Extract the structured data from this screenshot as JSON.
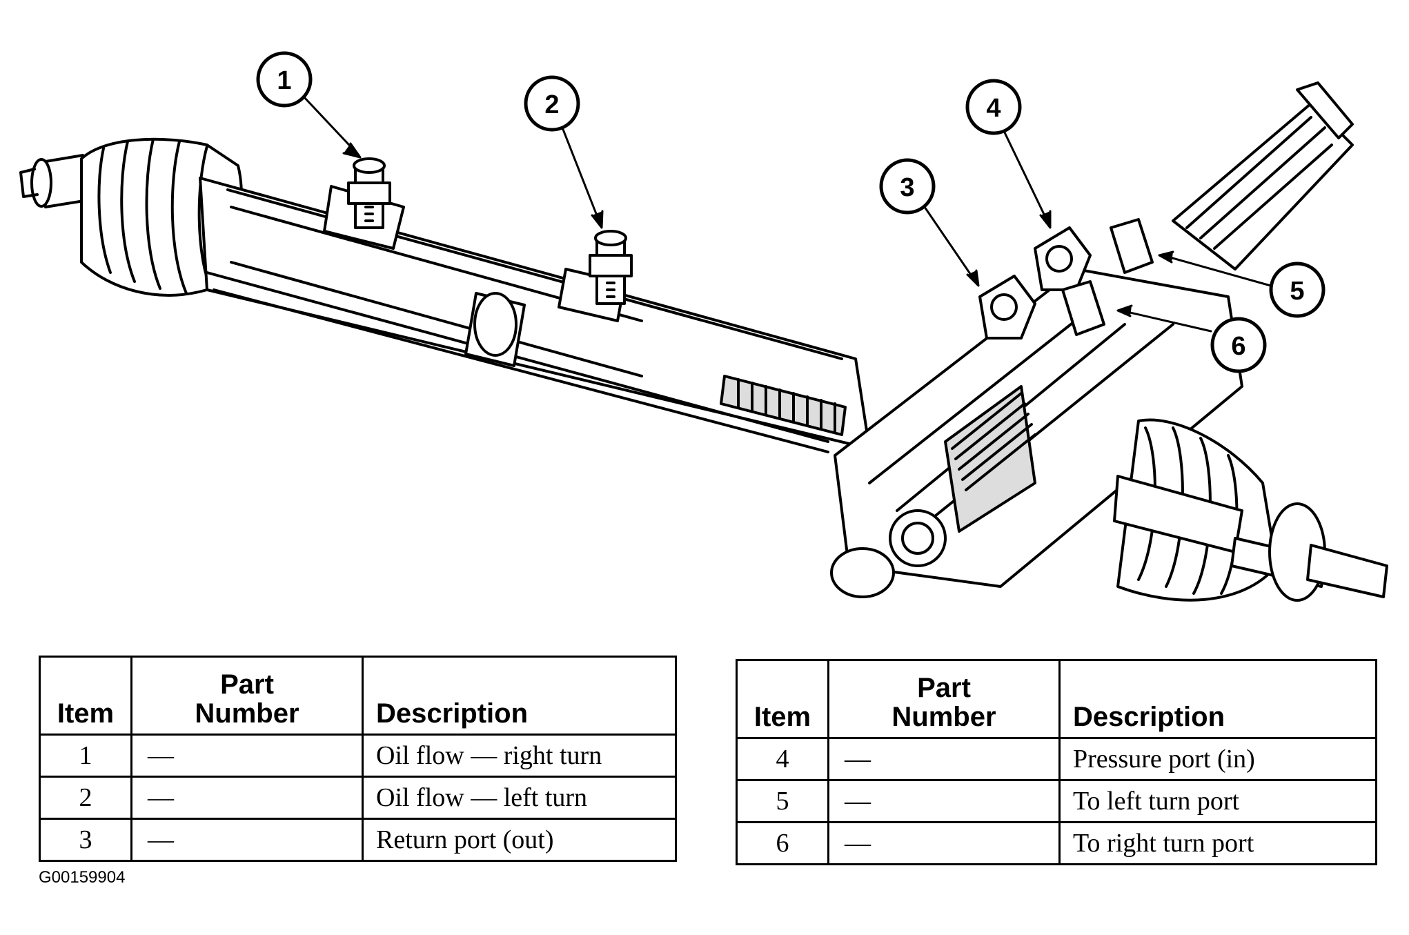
{
  "callouts": [
    "1",
    "2",
    "3",
    "4",
    "5",
    "6"
  ],
  "table_headers": {
    "item": "Item",
    "part": "Part\nNumber",
    "desc": "Description"
  },
  "table_left": [
    {
      "item": "1",
      "part": "—",
      "desc": "Oil flow — right turn"
    },
    {
      "item": "2",
      "part": "—",
      "desc": "Oil flow — left turn"
    },
    {
      "item": "3",
      "part": "—",
      "desc": "Return port (out)"
    }
  ],
  "table_right": [
    {
      "item": "4",
      "part": "—",
      "desc": "Pressure port (in)"
    },
    {
      "item": "5",
      "part": "—",
      "desc": "To left turn port"
    },
    {
      "item": "6",
      "part": "—",
      "desc": "To right turn port"
    }
  ],
  "figure_code": "G00159904"
}
